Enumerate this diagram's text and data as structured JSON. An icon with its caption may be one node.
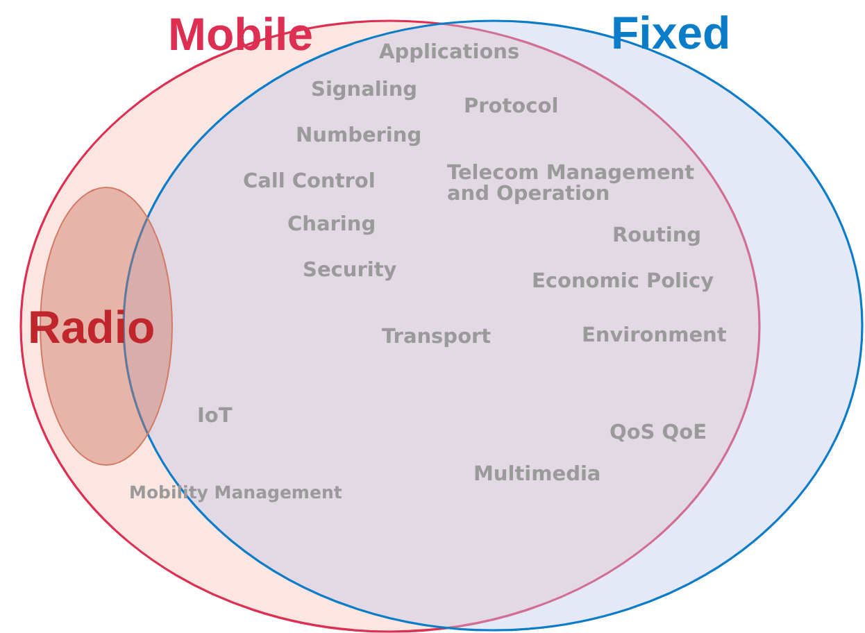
{
  "diagram": {
    "nodes": [
      {
        "text": [
          "Mobile"
        ]
      },
      {
        "text": [
          "Fixed"
        ]
      },
      {
        "text": [
          "Radio"
        ],
        "in": 0
      }
    ],
    "labels": [
      "Applications",
      "Signaling",
      "Protocol",
      "Numbering",
      "Call Control",
      "Telecom Management and Operation",
      "Charing",
      "Routing",
      "Security",
      "Economic Policy",
      "Transport",
      "Environment",
      "IoT",
      "QoS QoE",
      "Mobility Management",
      "Multimedia"
    ]
  }
}
